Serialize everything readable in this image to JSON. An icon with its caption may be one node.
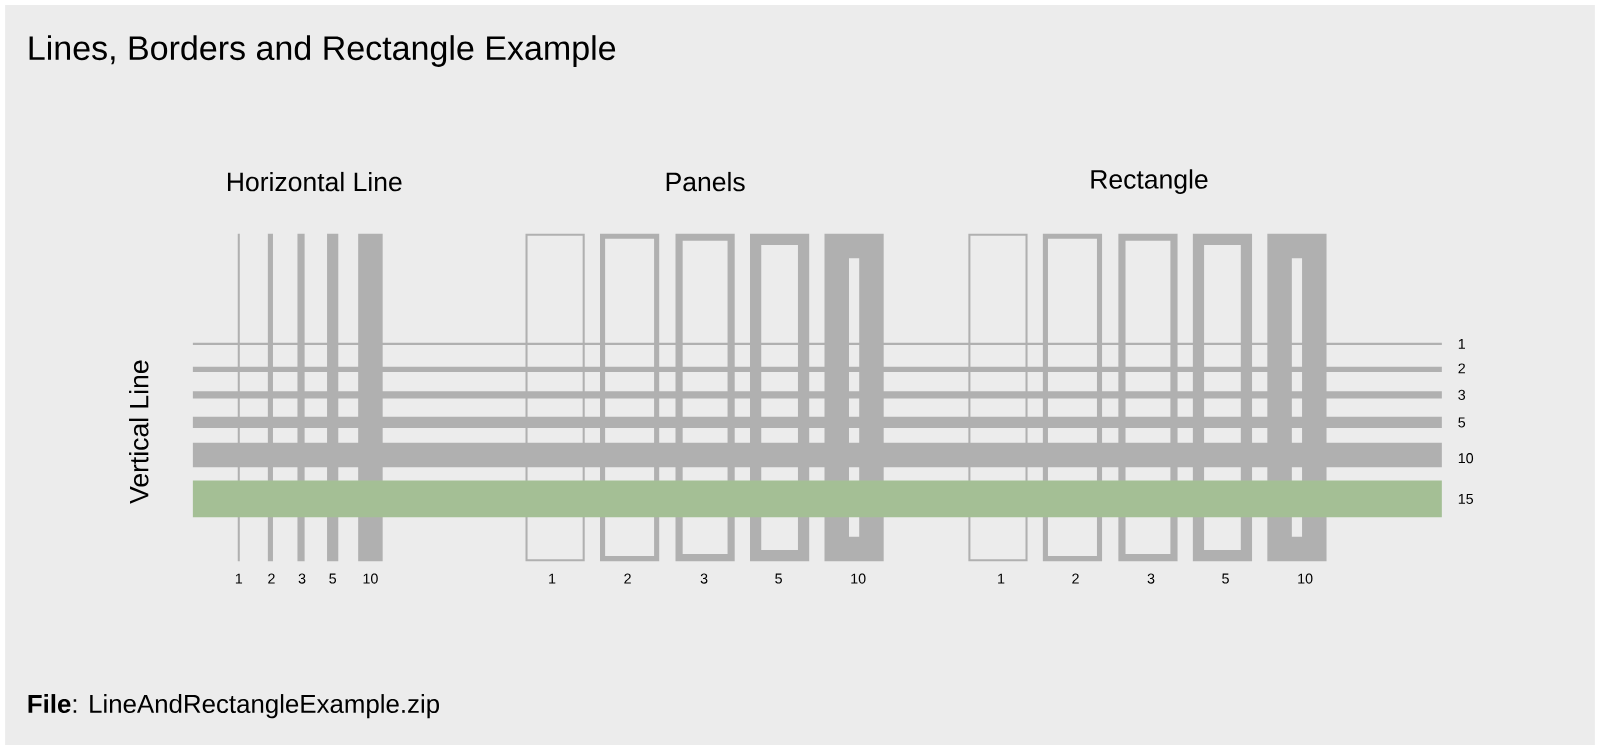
{
  "diagram": {
    "title": "Lines, Borders and Rectangle Example",
    "caption": "**File**: LineAndRectangleExample.zip",
    "labels": [
      "Horizontal Line",
      "Panels",
      "Rectangle",
      "Vertical Line",
      "1",
      "2",
      "3",
      "5",
      "10",
      "15",
      "1",
      "2",
      "3",
      "5",
      "10",
      "1",
      "2",
      "3",
      "5",
      "10",
      "1",
      "2",
      "3",
      "5",
      "10"
    ]
  }
}
